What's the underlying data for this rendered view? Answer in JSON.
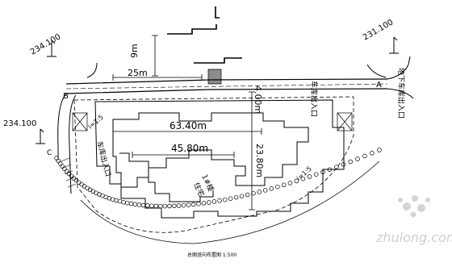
{
  "elevations": {
    "top_left": "234.100",
    "top_right": "231.100",
    "left": "234.100"
  },
  "dimensions": {
    "setback_9m": "9m",
    "road_25m": "25m",
    "width_6340": "63.40m",
    "width_4580": "45.80m",
    "gap_400": "4.00m",
    "depth_2380": "23.80m"
  },
  "labels": {
    "point_a": "A",
    "point_b": "B",
    "point_c": "C",
    "vehicle_entrance_top": "车库出入口",
    "basement_entrance": "地下车库出入口",
    "vehicle_entrance_left": "车库出入口",
    "slope_left": "i=1:5",
    "slope_right": "i=1:5",
    "building_name": "1#楼",
    "building_type": "住宅",
    "drawing_title": "总图竖向布置图 1:500"
  },
  "watermark": {
    "text": "zhulong.com"
  }
}
